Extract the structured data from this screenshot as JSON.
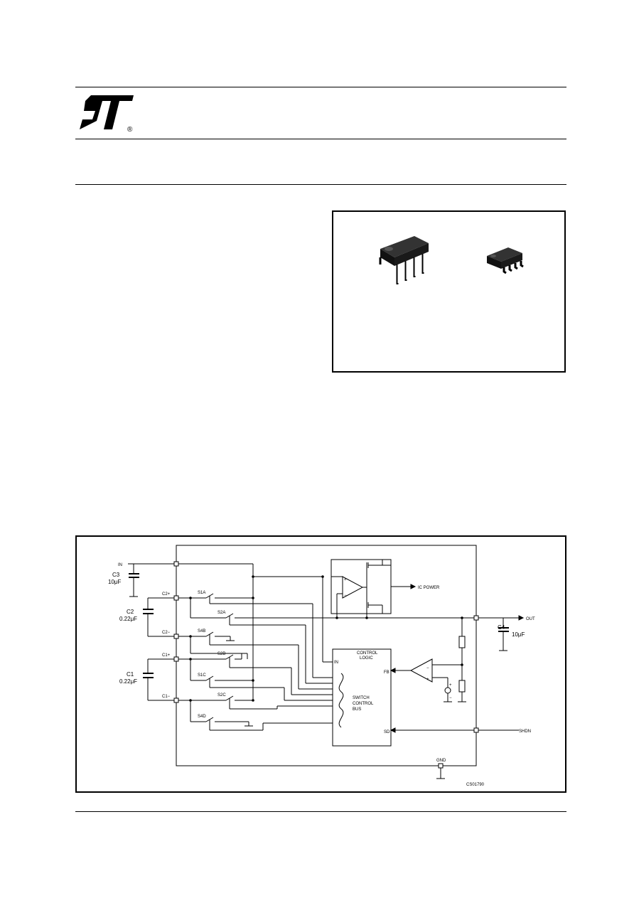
{
  "logo": {
    "registered_mark": "®"
  },
  "figure": {
    "in_label": "IN",
    "out_label": "OUT",
    "shdn_label": "SHDN",
    "gnd_label": "GND",
    "ic_power_label": "IC POWER",
    "code": "CS01790",
    "caps": {
      "c3": "C3",
      "c3_value": "10μF",
      "c2": "C2",
      "c2_value": "0.22μF",
      "c1": "C1",
      "c1_value": "0.22μF",
      "c4": "C4",
      "c4_value": "10μF"
    },
    "pins": {
      "c2p": "C2+",
      "c2m": "C2−",
      "c1p": "C1+",
      "c1m": "C1−"
    },
    "switches": [
      "S1A",
      "S2A",
      "S4B",
      "S2B",
      "S1C",
      "S2C",
      "S4D"
    ],
    "control": {
      "title_1": "CONTROL",
      "title_2": "LOGIC",
      "in": "IN",
      "fb": "FB",
      "sd": "SD",
      "bus_1": "SWITCH",
      "bus_2": "CONTROL",
      "bus_3": "BUS"
    },
    "amp": {
      "plus": "+",
      "minus": "−"
    }
  }
}
